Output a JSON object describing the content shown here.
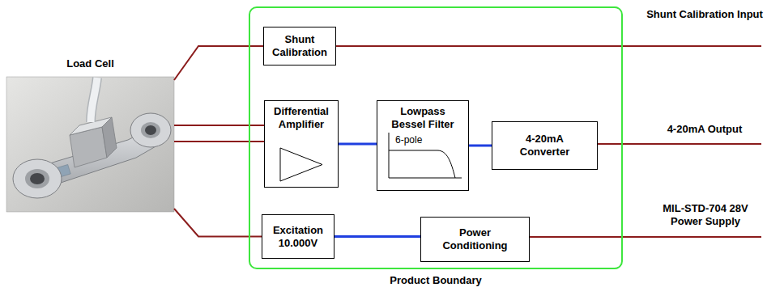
{
  "diagram": {
    "nodes": [
      {
        "text": [
          "Load Cell"
        ]
      },
      {
        "text": [
          "Product Boundary"
        ]
      },
      {
        "text": [
          "Shunt Calibration"
        ],
        "in": 1
      },
      {
        "text": [
          "Differential Amplifier"
        ],
        "in": 1
      },
      {
        "text": [
          "Lowpass Bessel Filter",
          "6-pole"
        ],
        "in": 1
      },
      {
        "text": [
          "4-20mA Converter"
        ],
        "in": 1
      },
      {
        "text": [
          "Excitation 10.000V"
        ],
        "in": 1
      },
      {
        "text": [
          "Power Conditioning"
        ],
        "in": 1
      }
    ],
    "edges": [
      {
        "from": 0,
        "to": 2,
        "arrow": "none"
      },
      {
        "from": 0,
        "to": 3,
        "arrow": "none"
      },
      {
        "from": 0,
        "to": 3,
        "arrow": "none"
      },
      {
        "from": 0,
        "to": 6,
        "arrow": "none"
      },
      {
        "from": 3,
        "to": 4,
        "arrow": "none"
      },
      {
        "from": 4,
        "to": 5,
        "arrow": "none"
      },
      {
        "from": 6,
        "to": 7,
        "arrow": "none"
      }
    ],
    "labels": [
      "Shunt Calibration Input",
      "4-20mA Output",
      "MIL-STD-704 28V Power Supply"
    ]
  }
}
